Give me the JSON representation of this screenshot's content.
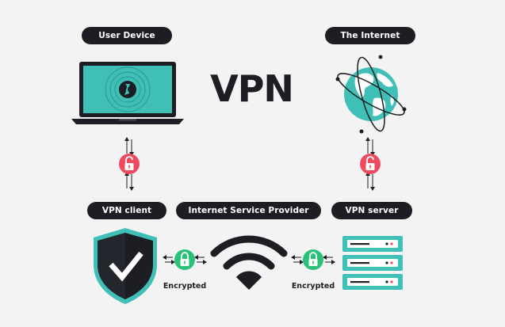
{
  "title": "VPN",
  "labels": {
    "user_device": "User Device",
    "the_internet": "The Internet",
    "vpn_client": "VPN client",
    "isp": "Internet Service Provider",
    "vpn_server": "VPN server",
    "encrypted_left": "Encrypted",
    "encrypted_right": "Encrypted"
  },
  "colors": {
    "dark": "#1c1e23",
    "teal": "#3fbfb6",
    "red_lock": "#ef4a5f",
    "green_lock": "#2bc17b",
    "background": "#f3f3f3"
  },
  "icons": {
    "device": "laptop-icon",
    "brand": "surfshark-logo-icon",
    "internet": "globe-icon",
    "client": "shield-check-icon",
    "isp": "wifi-icon",
    "server": "server-rack-icon",
    "unencrypted": "unlocked-padlock-icon",
    "encrypted": "locked-padlock-icon"
  }
}
